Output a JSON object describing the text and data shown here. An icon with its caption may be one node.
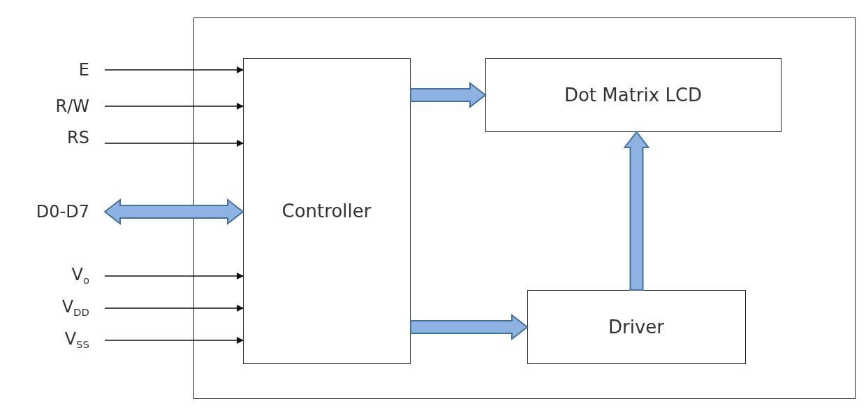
{
  "diagram": {
    "nodes": [
      {
        "text": [],
        "shape": "box"
      },
      {
        "text": [
          "Controller"
        ],
        "in": 0
      },
      {
        "text": [
          "Dot Matrix LCD"
        ],
        "in": 0
      },
      {
        "text": [
          "Driver"
        ],
        "in": 0
      },
      {
        "text": [
          "E"
        ]
      },
      {
        "text": [
          "R/W"
        ]
      },
      {
        "text": [
          "RS"
        ]
      },
      {
        "text": [
          "D0-D7"
        ]
      },
      {
        "text": [
          "V$_{o}$"
        ]
      },
      {
        "text": [
          "V$_{DD}$"
        ]
      },
      {
        "text": [
          "V$_{SS}$"
        ]
      }
    ],
    "edges": [
      {
        "from": 4,
        "to": 1,
        "arrow": "to"
      },
      {
        "from": 5,
        "to": 1,
        "arrow": "to"
      },
      {
        "from": 6,
        "to": 1,
        "arrow": "to"
      },
      {
        "from": 7,
        "to": 1,
        "arrow": "both",
        "style": "thick",
        "color": "#8db3e2"
      },
      {
        "from": 8,
        "to": 1,
        "arrow": "to"
      },
      {
        "from": 9,
        "to": 1,
        "arrow": "to"
      },
      {
        "from": 10,
        "to": 1,
        "arrow": "to"
      },
      {
        "from": 1,
        "to": 2,
        "arrow": "to",
        "style": "thick",
        "color": "#8db3e2"
      },
      {
        "from": 1,
        "to": 3,
        "arrow": "to",
        "style": "thick",
        "color": "#8db3e2"
      },
      {
        "from": 3,
        "to": 2,
        "arrow": "to",
        "style": "thick",
        "color": "#8db3e2"
      }
    ]
  }
}
